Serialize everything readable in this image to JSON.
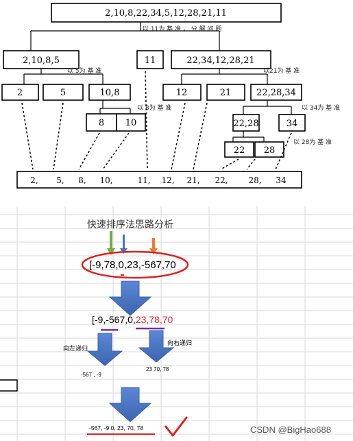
{
  "top": {
    "root_box": "2,10,8,22,34,5,12,28,21,11",
    "note_root": "以 11为 基 准 ， 分 解 问 题",
    "left_box": "2,10,8,5",
    "pivot_box": "11",
    "right_box": "22,34,12,28,21",
    "note_left": "以 5为 基 准",
    "note_right": "以21为 基 准",
    "l1": "2",
    "l2": "5",
    "l3": "10,8",
    "note_10_8": "以 8为 基 准",
    "l3a": "8",
    "l3b": "10",
    "r1": "12",
    "r2": "21",
    "r3": "22,28,34",
    "note_22_28_34": "以 34为 基 准",
    "r3a": "22,28",
    "r3b": "34",
    "note_22_28": "以 28为 基 准",
    "r3aa": "22",
    "r3ab": "28",
    "result_items": [
      "2,",
      "5,",
      "8,",
      "10,",
      "11,",
      "12,",
      "21,",
      "22,",
      "28,",
      "34"
    ]
  },
  "bottom": {
    "title": "快速排序法思路分析",
    "array_text": "[-9,78,0,23,-567,70",
    "mid_black": "[-9,-567,0,",
    "mid_red": "23,78,70",
    "left_label": "向左递归",
    "right_label": "向右递归",
    "left_result": "-567 , -9",
    "right_result": "23 70, 78",
    "final_text": "-567, -9  0, 23, 70, 78",
    "watermark": "CSDN @BigHao688"
  },
  "colors": {
    "arrow_blue": "#4472c4",
    "red": "#e02020",
    "green_arrow": "#70ad47",
    "orange_arrow": "#ed7d31",
    "underline_purple": "#7030a0",
    "grid": "#d9d9d9"
  }
}
